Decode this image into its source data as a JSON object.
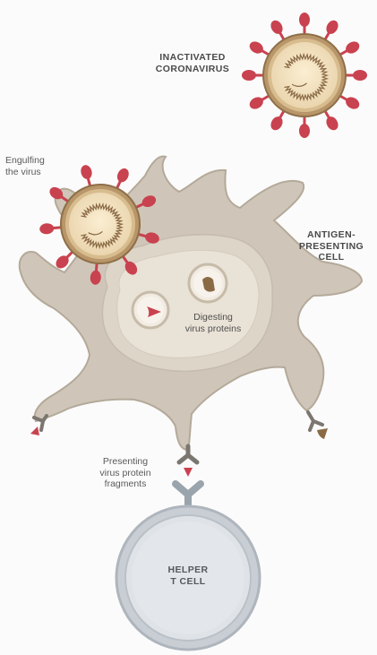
{
  "labels": {
    "coronavirus": [
      "INACTIVATED",
      "CORONAVIRUS"
    ],
    "engulfing": [
      "Engulfing",
      "the virus"
    ],
    "apc": [
      "ANTIGEN-",
      "PRESENTING",
      "CELL"
    ],
    "digesting": [
      "Digesting",
      "virus proteins"
    ],
    "presenting": [
      "Presenting",
      "virus protein",
      "fragments"
    ],
    "tcell": [
      "HELPER",
      "T CELL"
    ]
  },
  "colors": {
    "spike": "#c9424f",
    "virus_ring": "#a9885a",
    "virus_core": "#f5e3c3",
    "cell_outer": "#c9bfb2",
    "cell_inner": "#e6ded1",
    "tcell": "#c5cbd1"
  }
}
